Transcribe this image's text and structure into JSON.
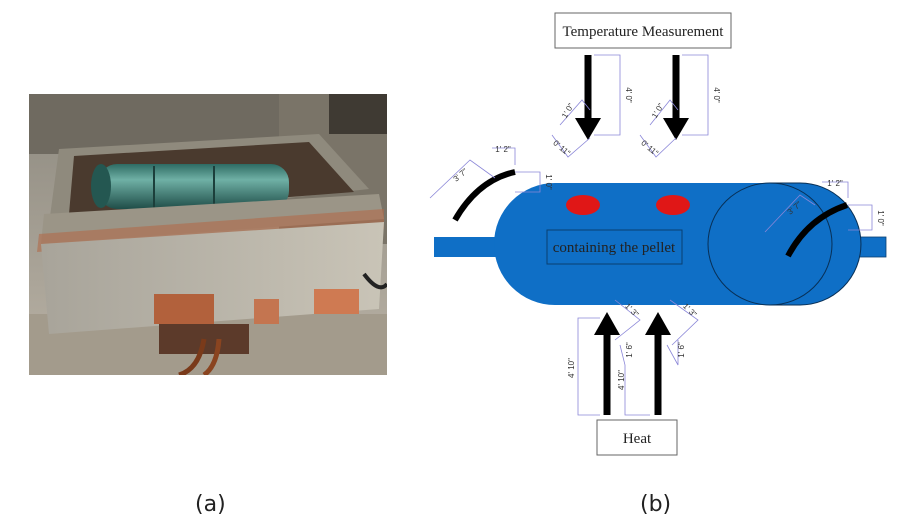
{
  "figure": {
    "captions": {
      "a": "(a)",
      "b": "(b)"
    }
  },
  "diagram": {
    "top_label": "Temperature Measurement",
    "center_label": "containing the pellet",
    "bottom_label": "Heat",
    "dimensions": {
      "left_arm_len": "3' 7\"",
      "left_arm_top": "1' 2\"",
      "left_arm_rise": "1' 0\"",
      "right_arm_len": "3' 7\"",
      "right_arm_top": "1' 2\"",
      "right_arm_rise": "1' 0\"",
      "top_arrow1_len": "4' 0\"",
      "top_arrow1_head": "1' 0\"",
      "top_arrow1_width": "0' 11\"",
      "top_arrow2_len": "4' 0\"",
      "top_arrow2_head": "1' 0\"",
      "top_arrow2_width": "0' 11\"",
      "bottom_arrow1_len": "4' 10\"",
      "bottom_arrow1_head": "1' 6\"",
      "bottom_arrow1_width": "1' 3\"",
      "bottom_arrow2_len": "4' 10\"",
      "bottom_arrow2_head": "1' 6\"",
      "bottom_arrow2_width": "1' 3\""
    }
  },
  "colors": {
    "vessel": "#0f6fc6",
    "pellet_marker": "#e01717",
    "arrow": "#000000",
    "dimension_line": "#8a86d8"
  }
}
